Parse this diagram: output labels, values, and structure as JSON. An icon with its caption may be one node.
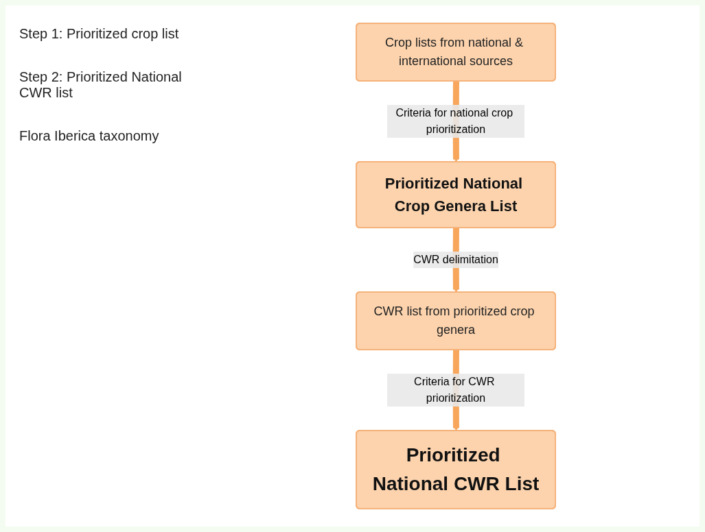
{
  "diagram": {
    "nodes": [
      {
        "text": [
          "Crop lists from national & international sources"
        ]
      },
      {
        "text": [
          "Prioritized National Crop Genera List"
        ]
      },
      {
        "text": [
          "CWR list from prioritized crop genera"
        ]
      },
      {
        "text": [
          "Prioritized National CWR List"
        ]
      }
    ],
    "edges": [
      {
        "from": 0,
        "to": 1,
        "arrow": "to",
        "label": "Criteria for national crop prioritization"
      },
      {
        "from": 1,
        "to": 2,
        "arrow": "to",
        "label": "CWR delimitation"
      },
      {
        "from": 2,
        "to": 3,
        "arrow": "to",
        "label": "Criteria for CWR prioritization"
      }
    ],
    "labels": [
      "Step 1: Prioritized crop list",
      "Step 2: Prioritized National CWR list",
      "Flora Iberica taxonomy"
    ]
  }
}
